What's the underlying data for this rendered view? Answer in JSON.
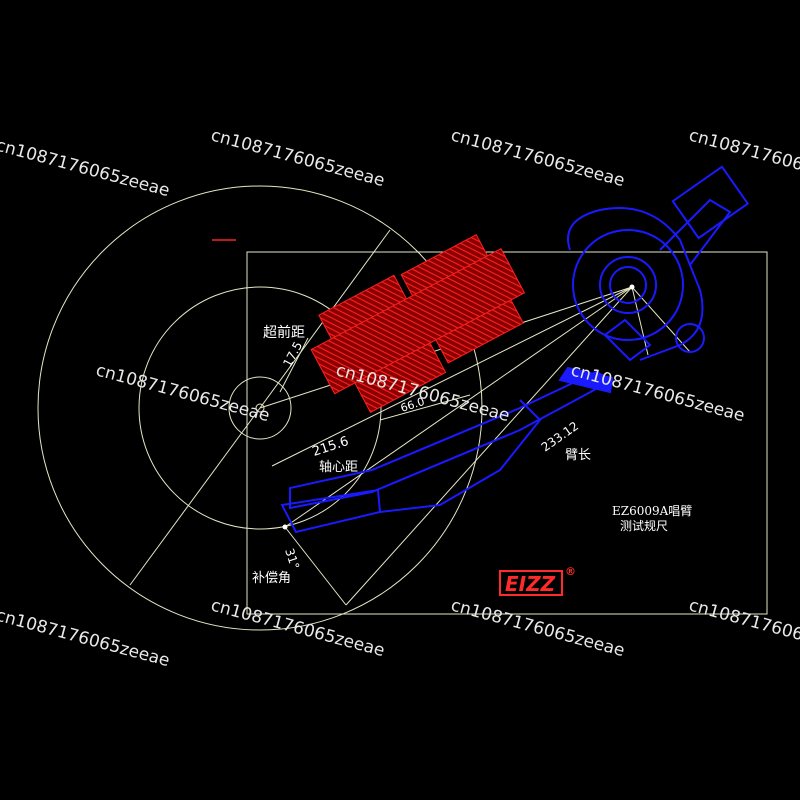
{
  "labels": {
    "overhang": "超前距",
    "overhang_value": "17.5",
    "pivot_spindle": "轴心距",
    "pivot_spindle_value": "215.6",
    "arm_length": "臂长",
    "arm_length_value": "233.12",
    "offset_angle": "补偿角",
    "offset_angle_value": "31°",
    "small_value": "66.0",
    "product_line1": "EZ6009A唱臂",
    "product_line2": "测试规尺"
  },
  "logo": {
    "text": "EIZZ",
    "mark": "®"
  },
  "watermark": "cn1087176065zeeae",
  "colors": {
    "background": "#000000",
    "line": "#e6e6c8",
    "tonearm": "#1a1aff",
    "stylus": "#ff1a1a",
    "logo": "#ff2a2a",
    "text": "#ffffff"
  }
}
